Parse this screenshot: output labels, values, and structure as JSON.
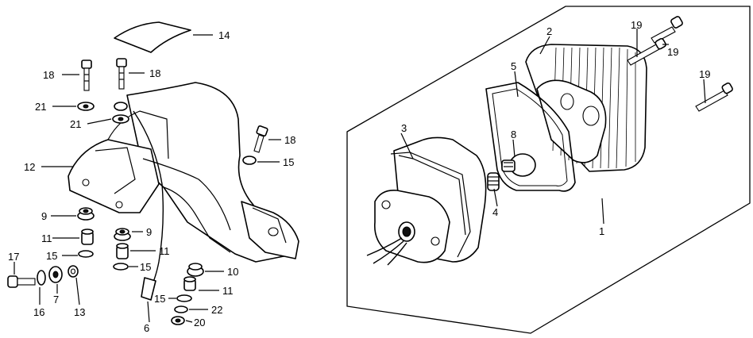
{
  "labels": {
    "n1": "1",
    "n2": "2",
    "n3": "3",
    "n4": "4",
    "n5": "5",
    "n6": "6",
    "n7": "7",
    "n8": "8",
    "n9a": "9",
    "n9b": "9",
    "n10": "10",
    "n11a": "11",
    "n11b": "11",
    "n11c": "11",
    "n12": "12",
    "n13": "13",
    "n14": "14",
    "n15a": "15",
    "n15b": "15",
    "n15c": "15",
    "n15d": "15",
    "n16": "16",
    "n17": "17",
    "n18a": "18",
    "n18b": "18",
    "n18c": "18",
    "n19a": "19",
    "n19b": "19",
    "n19c": "19",
    "n20": "20",
    "n21a": "21",
    "n21b": "21",
    "n22": "22"
  },
  "colors": {
    "ink": "#000000",
    "paper": "#ffffff"
  }
}
